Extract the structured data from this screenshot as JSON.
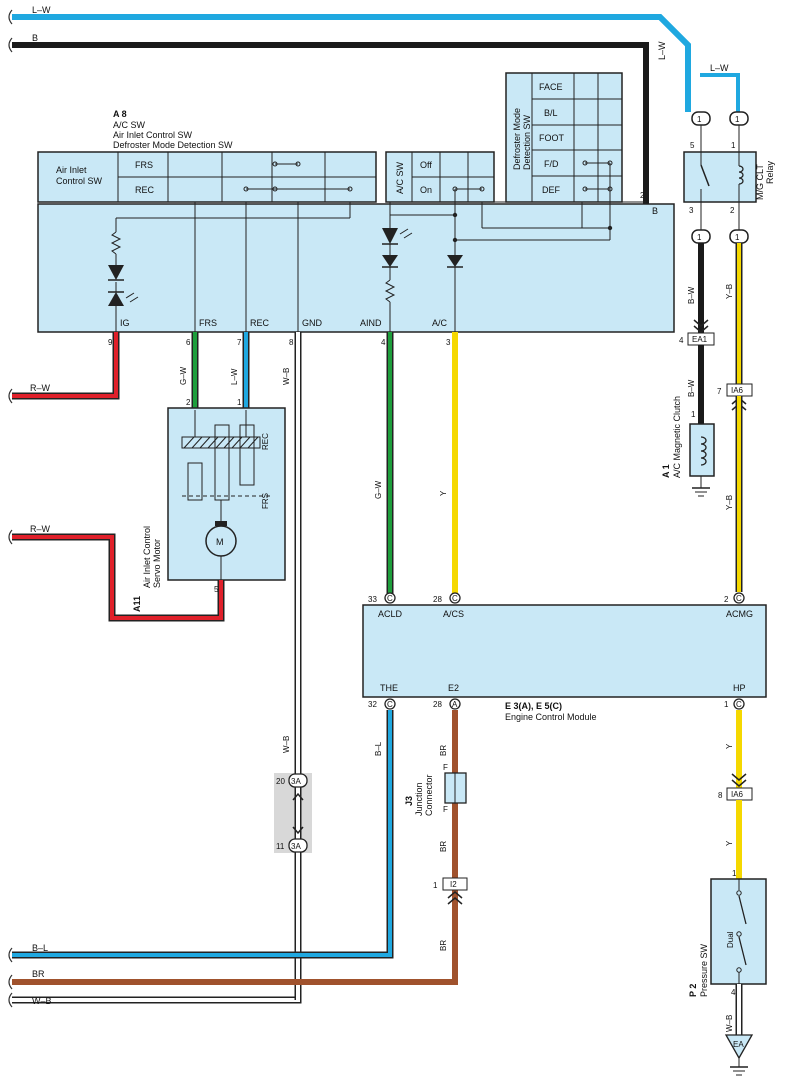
{
  "wire_colors": {
    "L": "#1fa8e0",
    "B": "#1a1a1a",
    "R": "#e0202a",
    "G": "#1e9e3c",
    "Y": "#f5d800",
    "BR": "#a0522d",
    "W": "#ffffff",
    "outline": "#222222"
  },
  "fill_colors": {
    "component": "#c9e8f6",
    "gray": "#d8d8d8"
  },
  "edge_labels": {
    "top_lw": "L–W",
    "top_b": "B",
    "left_rw1": "R–W",
    "left_rw2": "R–W",
    "bottom_bl": "B–L",
    "bottom_br": "BR",
    "bottom_wb": "W–B"
  },
  "a8": {
    "code": "A 8",
    "name_lines": [
      "A/C SW",
      "Air Inlet Control SW",
      "Defroster Mode Detection SW"
    ],
    "air_inlet_label": [
      "Air Inlet",
      "Control SW"
    ],
    "inlet_rows": [
      "FRS",
      "REC"
    ],
    "ac_sw_label": "A/C SW",
    "ac_rows": [
      "Off",
      "On"
    ],
    "defroster_label": [
      "Defroster Mode",
      "Detection SW"
    ],
    "defroster_rows": [
      "FACE",
      "B/L",
      "FOOT",
      "F/D",
      "DEF"
    ],
    "terminal_b": "B",
    "pin_2": "2",
    "terminals": [
      {
        "name": "IG",
        "pin": "9"
      },
      {
        "name": "FRS",
        "pin": "6"
      },
      {
        "name": "REC",
        "pin": "7"
      },
      {
        "name": "GND",
        "pin": "8"
      },
      {
        "name": "AIND",
        "pin": "4"
      },
      {
        "name": "A/C",
        "pin": "3"
      }
    ]
  },
  "a11": {
    "code": "A11",
    "name_lines": [
      "Air Inlet Control",
      "Servo Motor"
    ],
    "pins": [
      "2",
      "1",
      "5"
    ],
    "motor": "M",
    "rec": "REC",
    "frs": "FRS"
  },
  "relay": {
    "name_lines": [
      "M/G CLT",
      "Relay"
    ],
    "top_conn": "1",
    "bottom_conn": "1",
    "pins": [
      "5",
      "1",
      "3",
      "2"
    ],
    "lw_label": "L–W"
  },
  "connectors": {
    "ea1": "EA1",
    "ea1_pin": "4",
    "ia6_top": "IA6",
    "ia6_top_pin": "7",
    "ia6_bot": "IA6",
    "ia6_bot_pin": "8",
    "i2": "I2",
    "i2_pin": "1",
    "j3_top": "20",
    "j3_bot": "11",
    "j3_tag": "3A",
    "ea_ground": "EA"
  },
  "a1": {
    "code": "A 1",
    "name": "A/C Magnetic Clutch",
    "pin": "1"
  },
  "ecm": {
    "code": "E 3(A), E 5(C)",
    "name": "Engine Control Module",
    "top_terminals": [
      {
        "name": "ACLD",
        "pin": "33",
        "conn": "C"
      },
      {
        "name": "A/CS",
        "pin": "28",
        "conn": "C"
      },
      {
        "name": "ACMG",
        "pin": "2",
        "conn": "C"
      }
    ],
    "bottom_terminals": [
      {
        "name": "THE",
        "pin": "32",
        "conn": "C"
      },
      {
        "name": "E2",
        "pin": "28",
        "conn": "A"
      },
      {
        "name": "HP",
        "pin": "1",
        "conn": "C"
      }
    ]
  },
  "j3": {
    "code": "J3",
    "name_lines": [
      "Junction",
      "Connector"
    ],
    "pin_f1": "F",
    "pin_f2": "F"
  },
  "p2": {
    "code": "P 2",
    "name": "Pressure SW",
    "mode": "Dual",
    "pin_top": "1",
    "pin_bot": "4"
  },
  "wire_labels": {
    "g_w_a11": "G–W",
    "l_w_a11": "L–W",
    "w_b_gnd": "W–B",
    "g_w_aind": "G–W",
    "y_ac": "Y",
    "b_w_1": "B–W",
    "b_w_2": "B–W",
    "y_b_1": "Y–B",
    "y_b_2": "Y–B",
    "w_b_j": "W–B",
    "b_l_the": "B–L",
    "br_1": "BR",
    "br_2": "BR",
    "br_3": "BR",
    "y_hp1": "Y",
    "y_hp2": "Y",
    "w_b_p2": "W–B"
  }
}
